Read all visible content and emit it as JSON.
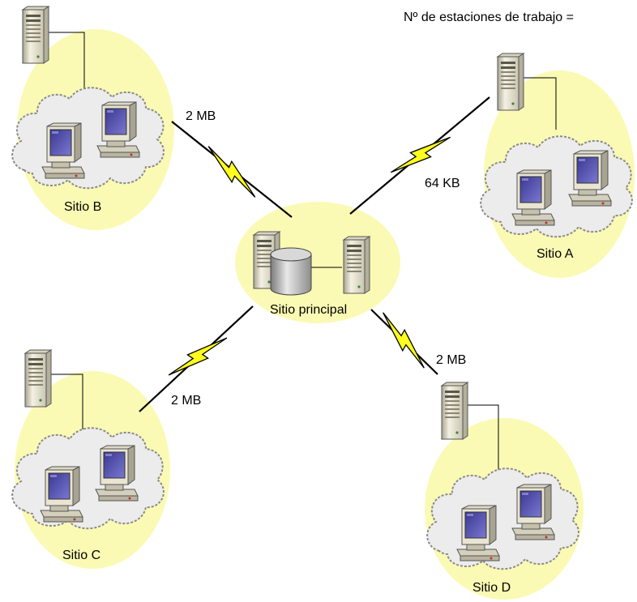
{
  "legend": {
    "text": "Nº de estaciones de trabajo ="
  },
  "hub": {
    "label": "Sitio principal"
  },
  "sites": [
    {
      "id": "A",
      "label": "Sitio A"
    },
    {
      "id": "B",
      "label": "Sitio B"
    },
    {
      "id": "C",
      "label": "Sitio C"
    },
    {
      "id": "D",
      "label": "Sitio D"
    }
  ],
  "links": [
    {
      "to": "A",
      "speed": "64 KB"
    },
    {
      "to": "B",
      "speed": "2 MB"
    },
    {
      "to": "C",
      "speed": "2 MB"
    },
    {
      "to": "D",
      "speed": "2 MB"
    }
  ],
  "colors": {
    "site_zone": "#fafab4",
    "cloud_fill": "#ececec",
    "cloud_stroke": "#8a8a8a",
    "lightning": "#ffff1e",
    "link_line": "#000000",
    "server_body": "#ece8d6",
    "monitor_screen": "#5a58b4",
    "database": "#b0b0b0"
  },
  "icons": [
    "server-icon",
    "workstation-icon",
    "database-icon",
    "lightning-icon",
    "cloud-icon"
  ]
}
